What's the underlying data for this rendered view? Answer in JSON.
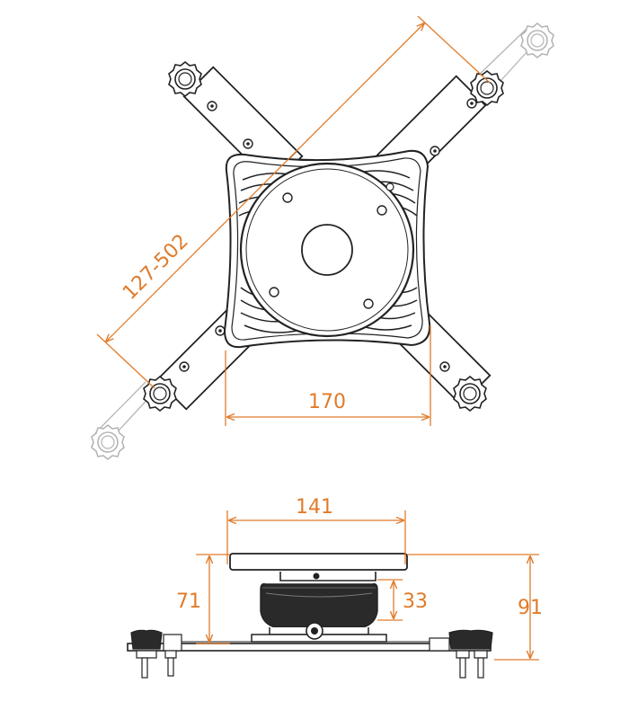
{
  "colors": {
    "dimension": "#e07b2a",
    "line": "#222222",
    "ghost": "#b5b5b5",
    "fill_light": "#f4f4f4",
    "fill_dark": "#2a2a2a"
  },
  "top_view": {
    "arm_span_label": "127-502",
    "width_label": "170"
  },
  "side_view": {
    "plate_width_label": "141",
    "height_left_label": "71",
    "height_center_label": "33",
    "height_right_label": "91"
  }
}
